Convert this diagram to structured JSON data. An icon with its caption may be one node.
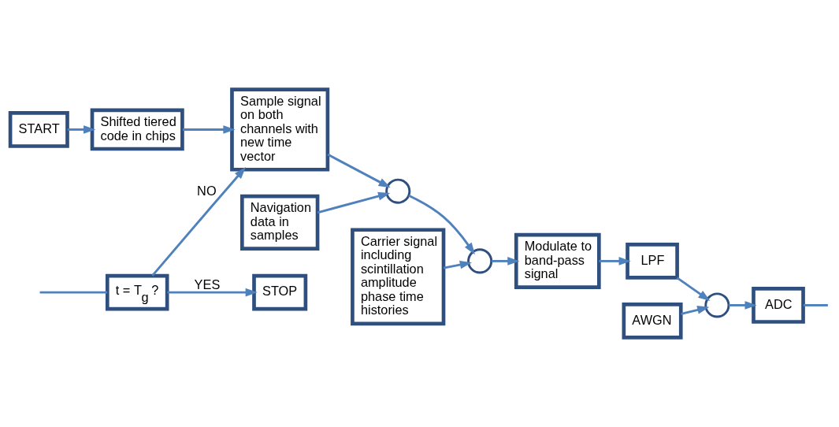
{
  "diagram": {
    "nodes": [
      {
        "text": [
          "START"
        ]
      },
      {
        "text": [
          "Shifted tiered code in chips"
        ]
      },
      {
        "text": [
          "Sample signal on both channels with new time vector"
        ]
      },
      {
        "text": [
          "Navigation data in samples"
        ]
      },
      {
        "text": [],
        "shape": "circle"
      },
      {
        "text": [
          "Carrier signal including scintillation amplitude phase time histories"
        ]
      },
      {
        "text": [],
        "shape": "circle"
      },
      {
        "text": [
          "Modulate to band-pass signal"
        ]
      },
      {
        "text": [
          "LPF"
        ]
      },
      {
        "text": [
          "AWGN"
        ]
      },
      {
        "text": [],
        "shape": "circle"
      },
      {
        "text": [
          "ADC"
        ]
      },
      {
        "text": [
          "t = T$_{g}$ ?"
        ]
      },
      {
        "text": [
          "STOP"
        ]
      }
    ],
    "edges": [
      {
        "from": 0,
        "to": 1,
        "arrow": "to"
      },
      {
        "from": 1,
        "to": 2,
        "arrow": "to"
      },
      {
        "from": 2,
        "to": 4,
        "arrow": "to"
      },
      {
        "from": 3,
        "to": 4,
        "arrow": "to"
      },
      {
        "from": 4,
        "to": 6,
        "arrow": "to"
      },
      {
        "from": 5,
        "to": 6,
        "arrow": "to"
      },
      {
        "from": 6,
        "to": 7,
        "arrow": "to"
      },
      {
        "from": 7,
        "to": 8,
        "arrow": "to"
      },
      {
        "from": 8,
        "to": 10,
        "arrow": "to"
      },
      {
        "from": 9,
        "to": 10,
        "arrow": "to"
      },
      {
        "from": 10,
        "to": 11,
        "arrow": "to"
      },
      {
        "from": 11,
        "to": null,
        "arrow": "none"
      },
      {
        "from": null,
        "to": 12,
        "arrow": "none"
      },
      {
        "from": 12,
        "to": 2,
        "label": "NO",
        "arrow": "to"
      },
      {
        "from": 12,
        "to": 13,
        "label": "YES",
        "arrow": "to"
      }
    ]
  }
}
